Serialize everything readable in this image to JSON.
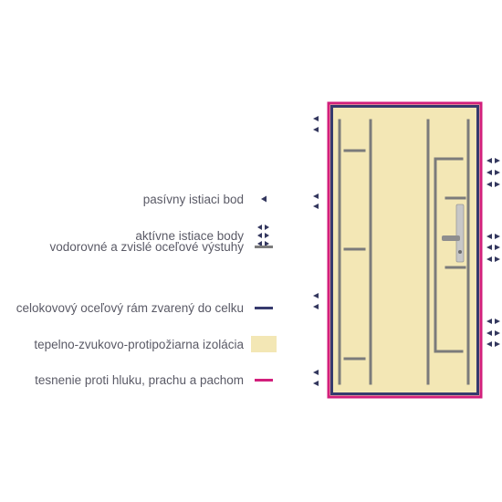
{
  "legend": [
    {
      "key": "passive",
      "label": "pasívny istiaci bod",
      "icon": "passive-point-icon"
    },
    {
      "key": "active",
      "label": "aktívne istiace body",
      "icon": "active-points-icon"
    },
    {
      "key": "stiffeners",
      "label": "vodorovné a zvislé oceľové výstuhy",
      "icon": "stiffener-line-icon"
    },
    {
      "key": "frame",
      "label": "celokovový oceľový rám zvarený do celku",
      "icon": "frame-line-icon"
    },
    {
      "key": "insulation",
      "label": "tepelno-zvukovo-protipožiarna izolácia",
      "icon": "insulation-fill-icon"
    },
    {
      "key": "seal",
      "label": "tesnenie proti  hluku, prachu a pachom",
      "icon": "seal-line-icon"
    }
  ],
  "colors": {
    "text": "#5a5a66",
    "arrow": "#33375e",
    "stiffener": "#7b7b7b",
    "frame": "#363a6e",
    "insulation": "#f3e7b5",
    "seal": "#d21f7c"
  }
}
